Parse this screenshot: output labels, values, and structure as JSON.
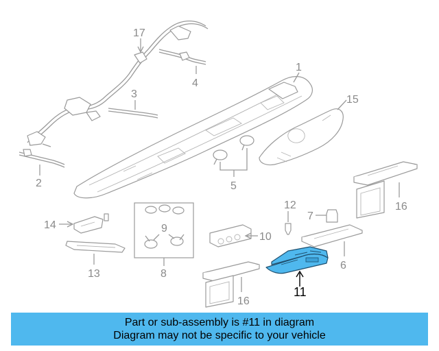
{
  "callouts": {
    "c1": "1",
    "c2": "2",
    "c3": "3",
    "c4": "4",
    "c5": "5",
    "c6": "6",
    "c7": "7",
    "c8": "8",
    "c9": "9",
    "c10": "10",
    "c11": "11",
    "c12": "12",
    "c13": "13",
    "c14": "14",
    "c15": "15",
    "c16a": "16",
    "c16b": "16",
    "c17": "17"
  },
  "highlight": {
    "part": "11",
    "color": "#4fb8ee"
  },
  "banner": {
    "line1": "Part or sub-assembly is #11 in diagram",
    "line2": "Diagram may not be specific to your vehicle",
    "color": "#4fb8ee"
  }
}
